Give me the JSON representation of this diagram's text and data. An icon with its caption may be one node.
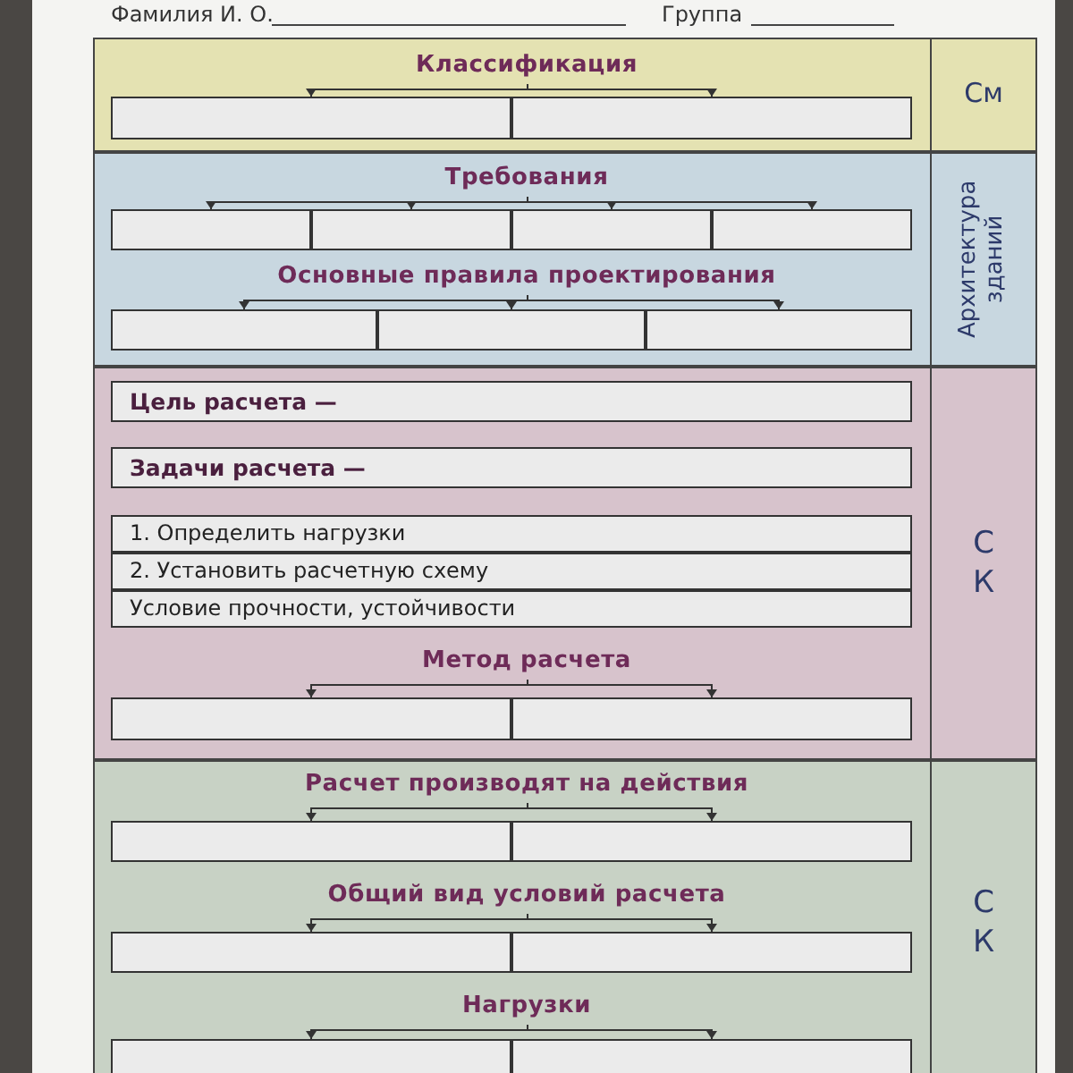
{
  "diagram": {
    "nodes": [
      {
        "text": [
          "См"
        ]
      },
      {
        "text": [
          "Классификация"
        ],
        "in": 0
      },
      {
        "text": [],
        "shape": "box",
        "in": 0
      },
      {
        "text": [],
        "shape": "box",
        "in": 0
      },
      {
        "text": [
          "Архитектура зданий"
        ]
      },
      {
        "text": [
          "Требования"
        ],
        "in": 4
      },
      {
        "text": [],
        "shape": "box",
        "in": 4
      },
      {
        "text": [],
        "shape": "box",
        "in": 4
      },
      {
        "text": [],
        "shape": "box",
        "in": 4
      },
      {
        "text": [],
        "shape": "box",
        "in": 4
      },
      {
        "text": [
          "Основные правила проектирования"
        ],
        "in": 4
      },
      {
        "text": [],
        "shape": "box",
        "in": 4
      },
      {
        "text": [],
        "shape": "box",
        "in": 4
      },
      {
        "text": [],
        "shape": "box",
        "in": 4
      },
      {
        "text": [
          "С К"
        ]
      },
      {
        "text": [
          "Цель расчета —"
        ],
        "in": 14
      },
      {
        "text": [
          "Задачи расчета —"
        ],
        "in": 14
      },
      {
        "text": [
          "1. Определить нагрузки"
        ],
        "in": 14
      },
      {
        "text": [
          "2. Установить расчетную схему"
        ],
        "in": 14
      },
      {
        "text": [
          "Условие прочности, устойчивости"
        ],
        "in": 14
      },
      {
        "text": [
          "Метод расчета"
        ],
        "in": 14
      },
      {
        "text": [],
        "shape": "box",
        "in": 14
      },
      {
        "text": [],
        "shape": "box",
        "in": 14
      },
      {
        "text": [
          "С К"
        ]
      },
      {
        "text": [
          "Расчет производят на действия"
        ],
        "in": 23
      },
      {
        "text": [],
        "shape": "box",
        "in": 23
      },
      {
        "text": [],
        "shape": "box",
        "in": 23
      },
      {
        "text": [
          "Общий вид условий расчета"
        ],
        "in": 23
      },
      {
        "text": [],
        "shape": "box",
        "in": 23
      },
      {
        "text": [],
        "shape": "box",
        "in": 23
      },
      {
        "text": [
          "Нагрузки"
        ],
        "in": 23
      },
      {
        "text": [],
        "shape": "box",
        "in": 23
      },
      {
        "text": [],
        "shape": "box",
        "in": 23
      }
    ],
    "edges": [
      {
        "from": 1,
        "to": 2,
        "arrow": "to"
      },
      {
        "from": 1,
        "to": 3,
        "arrow": "to"
      },
      {
        "from": 5,
        "to": 6,
        "arrow": "to"
      },
      {
        "from": 5,
        "to": 7,
        "arrow": "to"
      },
      {
        "from": 5,
        "to": 8,
        "arrow": "to"
      },
      {
        "from": 5,
        "to": 9,
        "arrow": "to"
      },
      {
        "from": 10,
        "to": 11,
        "arrow": "to"
      },
      {
        "from": 10,
        "to": 12,
        "arrow": "to"
      },
      {
        "from": 10,
        "to": 13,
        "arrow": "to"
      },
      {
        "from": 20,
        "to": 21,
        "arrow": "to"
      },
      {
        "from": 20,
        "to": 22,
        "arrow": "to"
      },
      {
        "from": 24,
        "to": 25,
        "arrow": "to"
      },
      {
        "from": 24,
        "to": 26,
        "arrow": "to"
      },
      {
        "from": 27,
        "to": 28,
        "arrow": "to"
      },
      {
        "from": 27,
        "to": 29,
        "arrow": "to"
      },
      {
        "from": 30,
        "to": 31,
        "arrow": "to"
      },
      {
        "from": 30,
        "to": 32,
        "arrow": "to"
      }
    ],
    "labels": [
      "Фамилия И. О.",
      "Группа"
    ]
  }
}
